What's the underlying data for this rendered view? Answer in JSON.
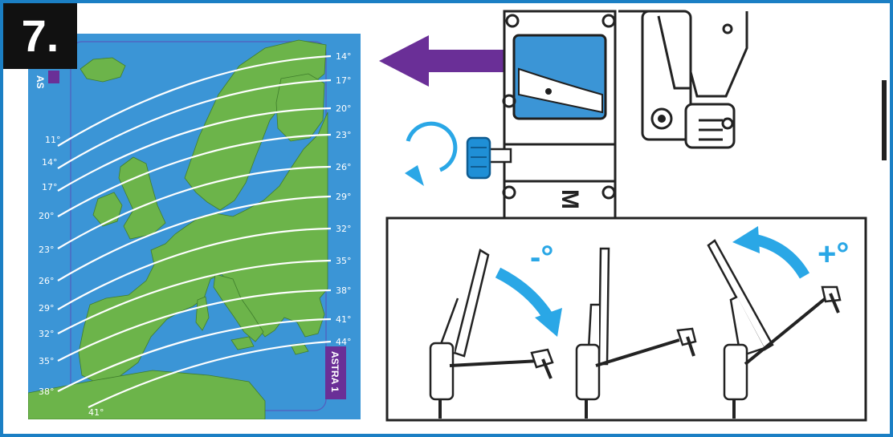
{
  "step": {
    "number": "7."
  },
  "map": {
    "left_labels": [
      "11°",
      "14°",
      "17°",
      "20°",
      "23°",
      "26°",
      "29°",
      "32°",
      "35°",
      "38°",
      "41°"
    ],
    "right_labels": [
      "14°",
      "17°",
      "20°",
      "23°",
      "26°",
      "29°",
      "32°",
      "35°",
      "38°",
      "41°",
      "44°"
    ],
    "satellite_label": "ASTRA 1",
    "satellite_label_top": "AS",
    "colors": {
      "sea": "#3b95d6",
      "land": "#6cb44a",
      "curves": "#ffffff",
      "satellite_badge": "#6a2f97"
    }
  },
  "adjust": {
    "minus_label": "-°",
    "plus_label": "+°",
    "colors": {
      "arrow": "#2aa7e6",
      "pointer_arrow": "#6a2f97",
      "scale": "#3b95d6",
      "knob": "#1f8fd6"
    }
  }
}
